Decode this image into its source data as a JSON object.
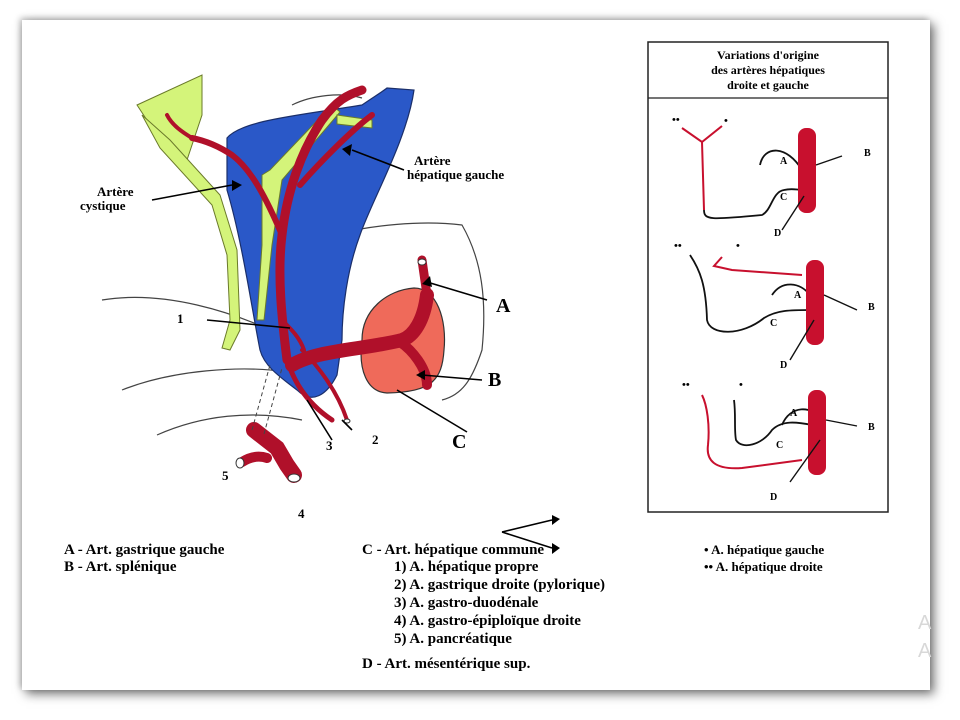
{
  "panel": {
    "title_line1": "Variations d'origine",
    "title_line2": "des artères hépatiques",
    "title_line3": "droite et gauche",
    "row_labels": {
      "a": "A",
      "b": "B",
      "c": "C",
      "d": "D"
    },
    "marker_single": "•",
    "marker_double": "••"
  },
  "figure_labels": {
    "artere_cystique_1": "Artère",
    "artere_cystique_2": "cystique",
    "artere_hepatique_gauche_1": "Artère",
    "artere_hepatique_gauche_2": "hépatique gauche",
    "n1": "1",
    "n2": "2",
    "n3": "3",
    "n4": "4",
    "n5": "5",
    "A": "A",
    "B": "B",
    "C": "C"
  },
  "legend": {
    "left": [
      "A - Art. gastrique gauche",
      "B - Art. splénique"
    ],
    "c_title": "C - Art. hépatique commune",
    "c_items": [
      "1) A. hépatique propre",
      "2) A. gastrique droite (pylorique)",
      "3) A. gastro-duodénale",
      "4) A. gastro-épiploïque droite",
      "5) A. pancréatique"
    ],
    "d_title": "D - Art. mésentérique sup.",
    "branch_gauche": "• A. hépatique gauche",
    "branch_droite": "•• A. hépatique droite"
  },
  "edge_fragments": [
    "A",
    "A"
  ],
  "colors": {
    "artery": "#b0102a",
    "liver": "#2a58c8",
    "biliary": "#d4f47a",
    "stomach": "#ef6a5a"
  }
}
